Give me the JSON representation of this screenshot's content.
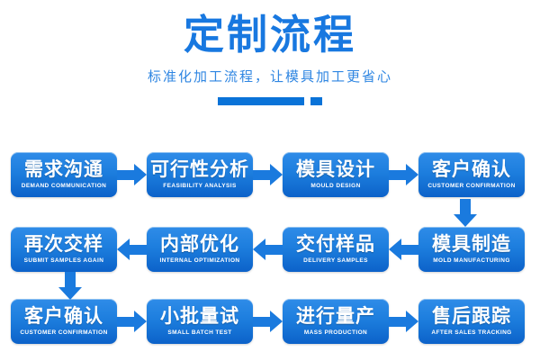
{
  "header": {
    "title": "定制流程",
    "subtitle": "标准化加工流程，让模具加工更省心",
    "accent_color": "#0a73d8",
    "title_color": "#1878e0",
    "divider_long": "",
    "divider_dot": ""
  },
  "flow": {
    "node_color": "#1d7ede",
    "arrow_color": "#1a7ade",
    "rows": [
      {
        "direction": "right",
        "nodes": [
          {
            "cn": "需求沟通",
            "en": "DEMAND COMMUNICATION"
          },
          {
            "cn": "可行性分析",
            "en": "FEASIBILITY ANALYSIS"
          },
          {
            "cn": "模具设计",
            "en": "MOULD DESIGN"
          },
          {
            "cn": "客户确认",
            "en": "CUSTOMER CONFIRMATION"
          }
        ]
      },
      {
        "direction": "left",
        "nodes": [
          {
            "cn": "再次交样",
            "en": "SUBMIT SAMPLES AGAIN"
          },
          {
            "cn": "内部优化",
            "en": "INTERNAL OPTIMIZATION"
          },
          {
            "cn": "交付样品",
            "en": "DELIVERY SAMPLES"
          },
          {
            "cn": "模具制造",
            "en": "MOLD MANUFACTURING"
          }
        ]
      },
      {
        "direction": "right",
        "nodes": [
          {
            "cn": "客户确认",
            "en": "CUSTOMER CONFIRMATION"
          },
          {
            "cn": "小批量试",
            "en": "SMALL BATCH TEST"
          },
          {
            "cn": "进行量产",
            "en": "MASS PRODUCTION"
          },
          {
            "cn": "售后跟踪",
            "en": "AFTER SALES TRACKING"
          }
        ]
      }
    ],
    "connectors": [
      {
        "name": "row1-to-row2",
        "direction": "down"
      },
      {
        "name": "row2-to-row3",
        "direction": "down"
      }
    ]
  }
}
